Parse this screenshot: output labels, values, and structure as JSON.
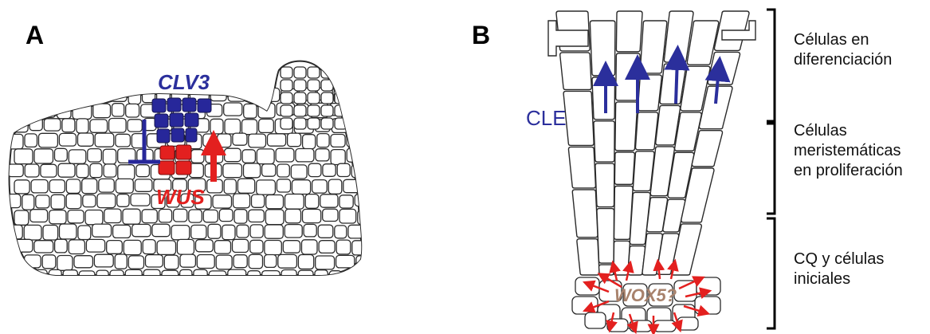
{
  "panel_a": {
    "letter": "A",
    "gene_top": "CLV3",
    "gene_bottom": "WUS",
    "colors": {
      "clv3": "#27279a",
      "wus": "#e3201f"
    }
  },
  "panel_b": {
    "letter": "B",
    "signal_label": "CLE",
    "qc_label": "WOX5?",
    "zones": [
      {
        "lines": [
          "Células en",
          "diferenciación"
        ]
      },
      {
        "lines": [
          "Células",
          "meristemáticas",
          "en proliferación"
        ]
      },
      {
        "lines": [
          "CQ y células",
          "iniciales"
        ]
      }
    ],
    "colors": {
      "cle_arrow": "#2b2f9c",
      "wox_arrow": "#e3201f",
      "wox_text": "#a8826c"
    }
  }
}
